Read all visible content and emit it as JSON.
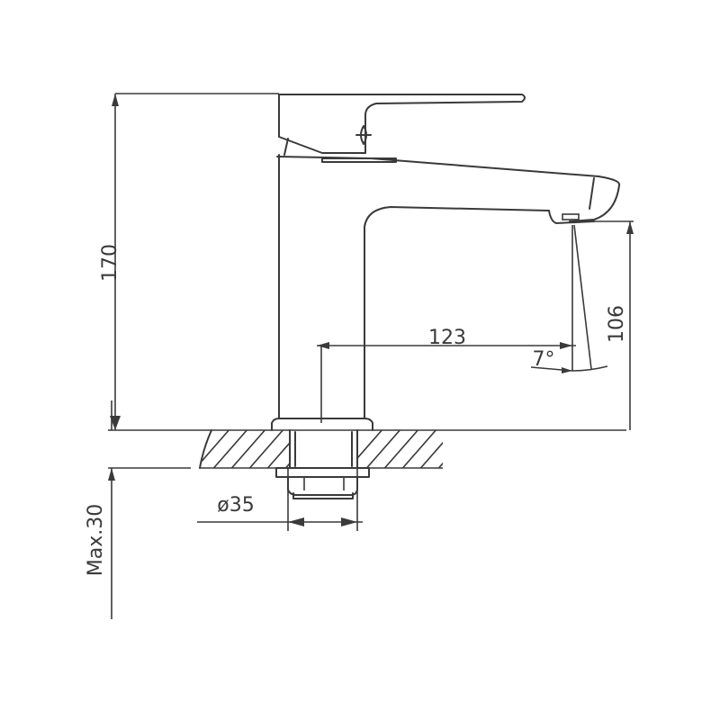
{
  "drawing": {
    "title": "Basin faucet technical drawing",
    "line_color": "#3a3a3a",
    "background": "#ffffff"
  },
  "dimensions": {
    "total_height": "170",
    "spout_outlet_height": "106",
    "spout_reach": "123",
    "stream_angle": "7°",
    "base_diameter": "ø35",
    "max_counter_thickness": "Max.30"
  }
}
